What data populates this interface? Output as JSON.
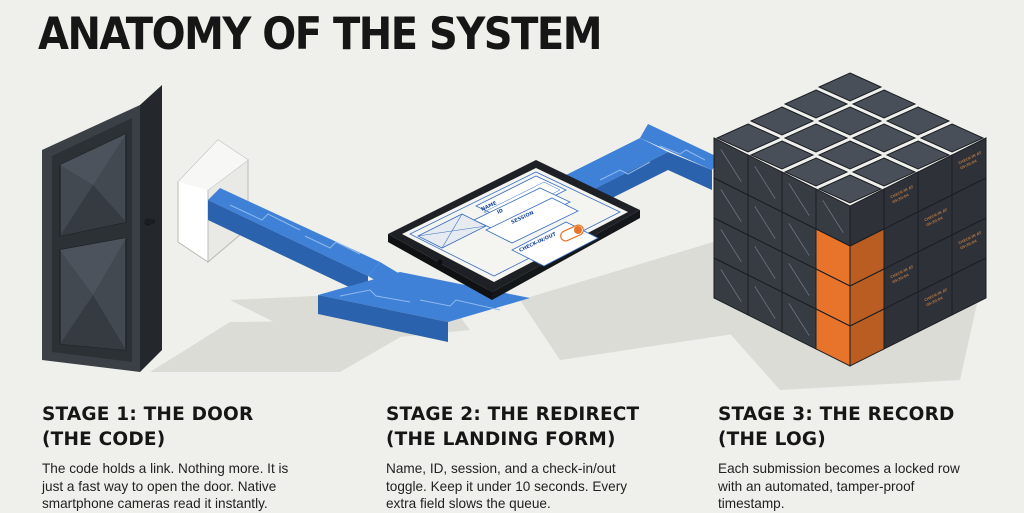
{
  "title": "ANATOMY OF THE SYSTEM",
  "colors": {
    "background": "#efefeb",
    "pipe_blue": "#2f6fc3",
    "cube_dark": "#3a3f46",
    "cube_orange": "#e8742c",
    "door_dark": "#3b4047"
  },
  "form": {
    "field_name": "NAME",
    "field_id": "ID",
    "field_session": "SESSION",
    "toggle_label": "CHECK-IN/OUT"
  },
  "cube_stamps": {
    "line1": "CHECK-IN AT",
    "line2": "09:30:04"
  },
  "stages": [
    {
      "heading_line1": "STAGE 1: THE DOOR",
      "heading_line2": "(THE CODE)",
      "body_line1": "The code holds a link. Nothing more. It is",
      "body_line2": "just a fast way to open the door. Native",
      "body_line3": "smartphone cameras read it instantly."
    },
    {
      "heading_line1": "STAGE 2: THE REDIRECT",
      "heading_line2": "(THE LANDING FORM)",
      "body_line1": "Name, ID, session, and a check-in/out",
      "body_line2": "toggle. Keep it under 10 seconds. Every",
      "body_line3": "extra field slows the queue."
    },
    {
      "heading_line1": "STAGE 3: THE RECORD",
      "heading_line2": "(THE LOG)",
      "body_line1": "Each submission becomes a locked row",
      "body_line2": "with an automated, tamper-proof",
      "body_line3": "timestamp."
    }
  ]
}
